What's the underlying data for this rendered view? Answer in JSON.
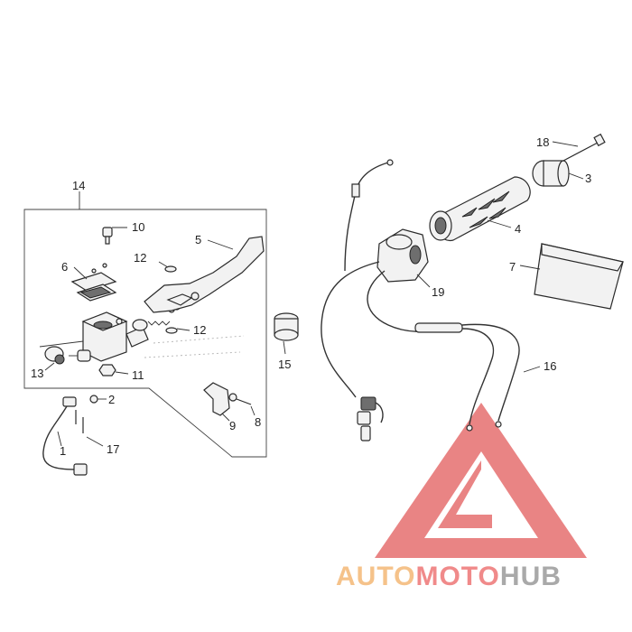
{
  "callouts": {
    "c1": "1",
    "c2": "2",
    "c3": "3",
    "c4": "4",
    "c5": "5",
    "c6": "6",
    "c7": "7",
    "c8": "8",
    "c9": "9",
    "c10": "10",
    "c11": "11",
    "c12a": "12",
    "c12b": "12",
    "c13": "13",
    "c14": "14",
    "c15": "15",
    "c16": "16",
    "c17": "17",
    "c18": "18",
    "c19": "19"
  },
  "watermark": {
    "part_a": "AUTO",
    "part_b": "MOTO",
    "part_c": "HUB",
    "color_a": "#f5c28a",
    "color_b": "#f08a8a",
    "color_c": "#a9a9a9",
    "logo_color": "#e25b5b"
  }
}
